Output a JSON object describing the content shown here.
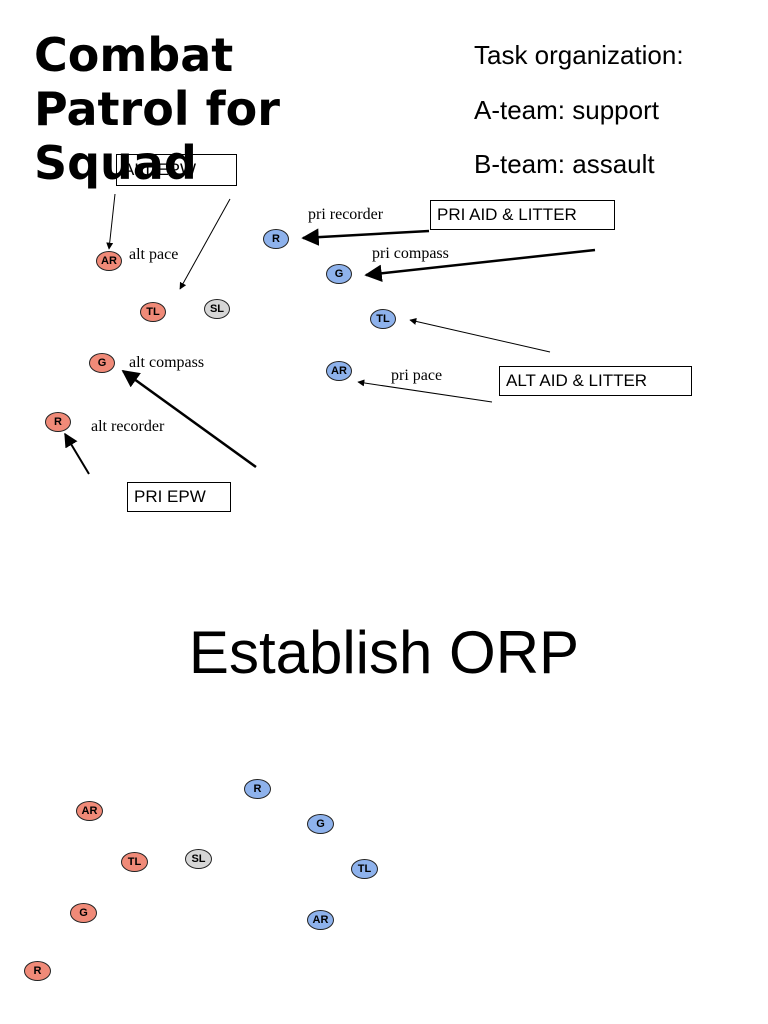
{
  "title": "Combat Patrol for Squad",
  "task_org": {
    "heading": "Task organization:",
    "a_team": "A-team: support",
    "b_team": "B-team: assault"
  },
  "boxes": {
    "alt_epw": "ALT EPW",
    "pri_aid_litter": "PRI AID & LITTER",
    "alt_aid_litter": "ALT AID & LITTER",
    "pri_epw": "PRI EPW"
  },
  "role_labels": {
    "alt_pace": "alt pace",
    "alt_compass": "alt compass",
    "alt_recorder": "alt recorder",
    "pri_recorder": "pri recorder",
    "pri_compass": "pri compass",
    "pri_pace": "pri pace"
  },
  "nodes": {
    "ar": "AR",
    "tl": "TL",
    "g": "G",
    "r": "R",
    "sl": "SL"
  },
  "section_title": "Establish ORP",
  "colors": {
    "a_team": "#f08a78",
    "b_team": "#8eb2ec",
    "leader": "#d6d6d6"
  }
}
